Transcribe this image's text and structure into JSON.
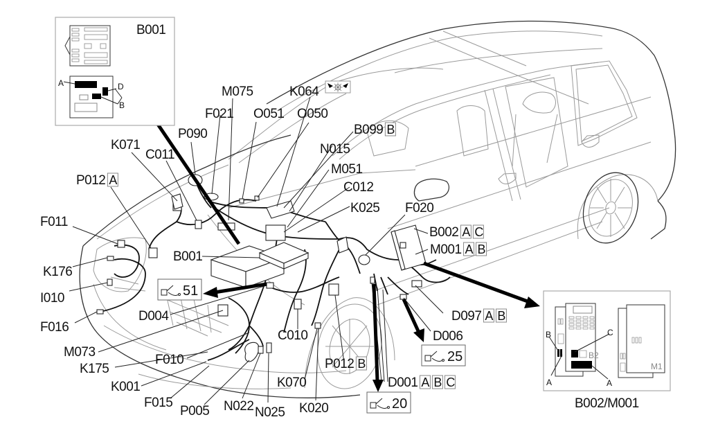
{
  "diagram": {
    "subject": "Front engine bay wiring harness location diagram",
    "labels": [
      {
        "id": "M075",
        "text": "M075",
        "suffixes": []
      },
      {
        "id": "K064",
        "text": "K064",
        "suffixes": []
      },
      {
        "id": "F021",
        "text": "F021",
        "suffixes": []
      },
      {
        "id": "O051",
        "text": "O051",
        "suffixes": []
      },
      {
        "id": "O050",
        "text": "O050",
        "suffixes": []
      },
      {
        "id": "P090",
        "text": "P090",
        "suffixes": []
      },
      {
        "id": "B099",
        "text": "B099",
        "suffixes": [
          "B"
        ]
      },
      {
        "id": "K071",
        "text": "K071",
        "suffixes": []
      },
      {
        "id": "C011",
        "text": "C011",
        "suffixes": []
      },
      {
        "id": "N015",
        "text": "N015",
        "suffixes": []
      },
      {
        "id": "M051",
        "text": "M051",
        "suffixes": []
      },
      {
        "id": "P012A",
        "text": "P012",
        "suffixes": [
          "A"
        ]
      },
      {
        "id": "C012",
        "text": "C012",
        "suffixes": []
      },
      {
        "id": "K025",
        "text": "K025",
        "suffixes": []
      },
      {
        "id": "F020",
        "text": "F020",
        "suffixes": []
      },
      {
        "id": "F011",
        "text": "F011",
        "suffixes": []
      },
      {
        "id": "B002",
        "text": "B002",
        "suffixes": [
          "A",
          "C"
        ]
      },
      {
        "id": "M001",
        "text": "M001",
        "suffixes": [
          "A",
          "B"
        ]
      },
      {
        "id": "B001",
        "text": "B001",
        "suffixes": []
      },
      {
        "id": "K176",
        "text": "K176",
        "suffixes": []
      },
      {
        "id": "I010",
        "text": "I010",
        "suffixes": []
      },
      {
        "id": "D004",
        "text": "D004",
        "suffixes": []
      },
      {
        "id": "F016",
        "text": "F016",
        "suffixes": []
      },
      {
        "id": "D097",
        "text": "D097",
        "suffixes": [
          "A",
          "B"
        ]
      },
      {
        "id": "D006",
        "text": "D006",
        "suffixes": []
      },
      {
        "id": "M073",
        "text": "M073",
        "suffixes": []
      },
      {
        "id": "C010",
        "text": "C010",
        "suffixes": []
      },
      {
        "id": "K175",
        "text": "K175",
        "suffixes": []
      },
      {
        "id": "F010",
        "text": "F010",
        "suffixes": []
      },
      {
        "id": "P012B",
        "text": "P012",
        "suffixes": [
          "B"
        ]
      },
      {
        "id": "K001",
        "text": "K001",
        "suffixes": []
      },
      {
        "id": "K070",
        "text": "K070",
        "suffixes": []
      },
      {
        "id": "D001",
        "text": "D001",
        "suffixes": [
          "A",
          "B",
          "C"
        ]
      },
      {
        "id": "F015",
        "text": "F015",
        "suffixes": []
      },
      {
        "id": "P005",
        "text": "P005",
        "suffixes": []
      },
      {
        "id": "N022",
        "text": "N022",
        "suffixes": []
      },
      {
        "id": "N025",
        "text": "N025",
        "suffixes": []
      },
      {
        "id": "K020",
        "text": "K020",
        "suffixes": []
      }
    ],
    "ground_refs": [
      {
        "id": "ref51",
        "number": "51"
      },
      {
        "id": "ref25",
        "number": "25"
      },
      {
        "id": "ref20",
        "number": "20"
      }
    ],
    "inset_b001": {
      "title": "B001",
      "pins": [
        "A",
        "D",
        "B"
      ]
    },
    "inset_b002_m001": {
      "caption": "B002/M001",
      "pins_left": [
        "B",
        "A"
      ],
      "pins_right": [
        "C",
        "A"
      ],
      "text_b2": "B2",
      "text_m1": "M1"
    },
    "climate_symbol": "climate-control-symbol"
  }
}
